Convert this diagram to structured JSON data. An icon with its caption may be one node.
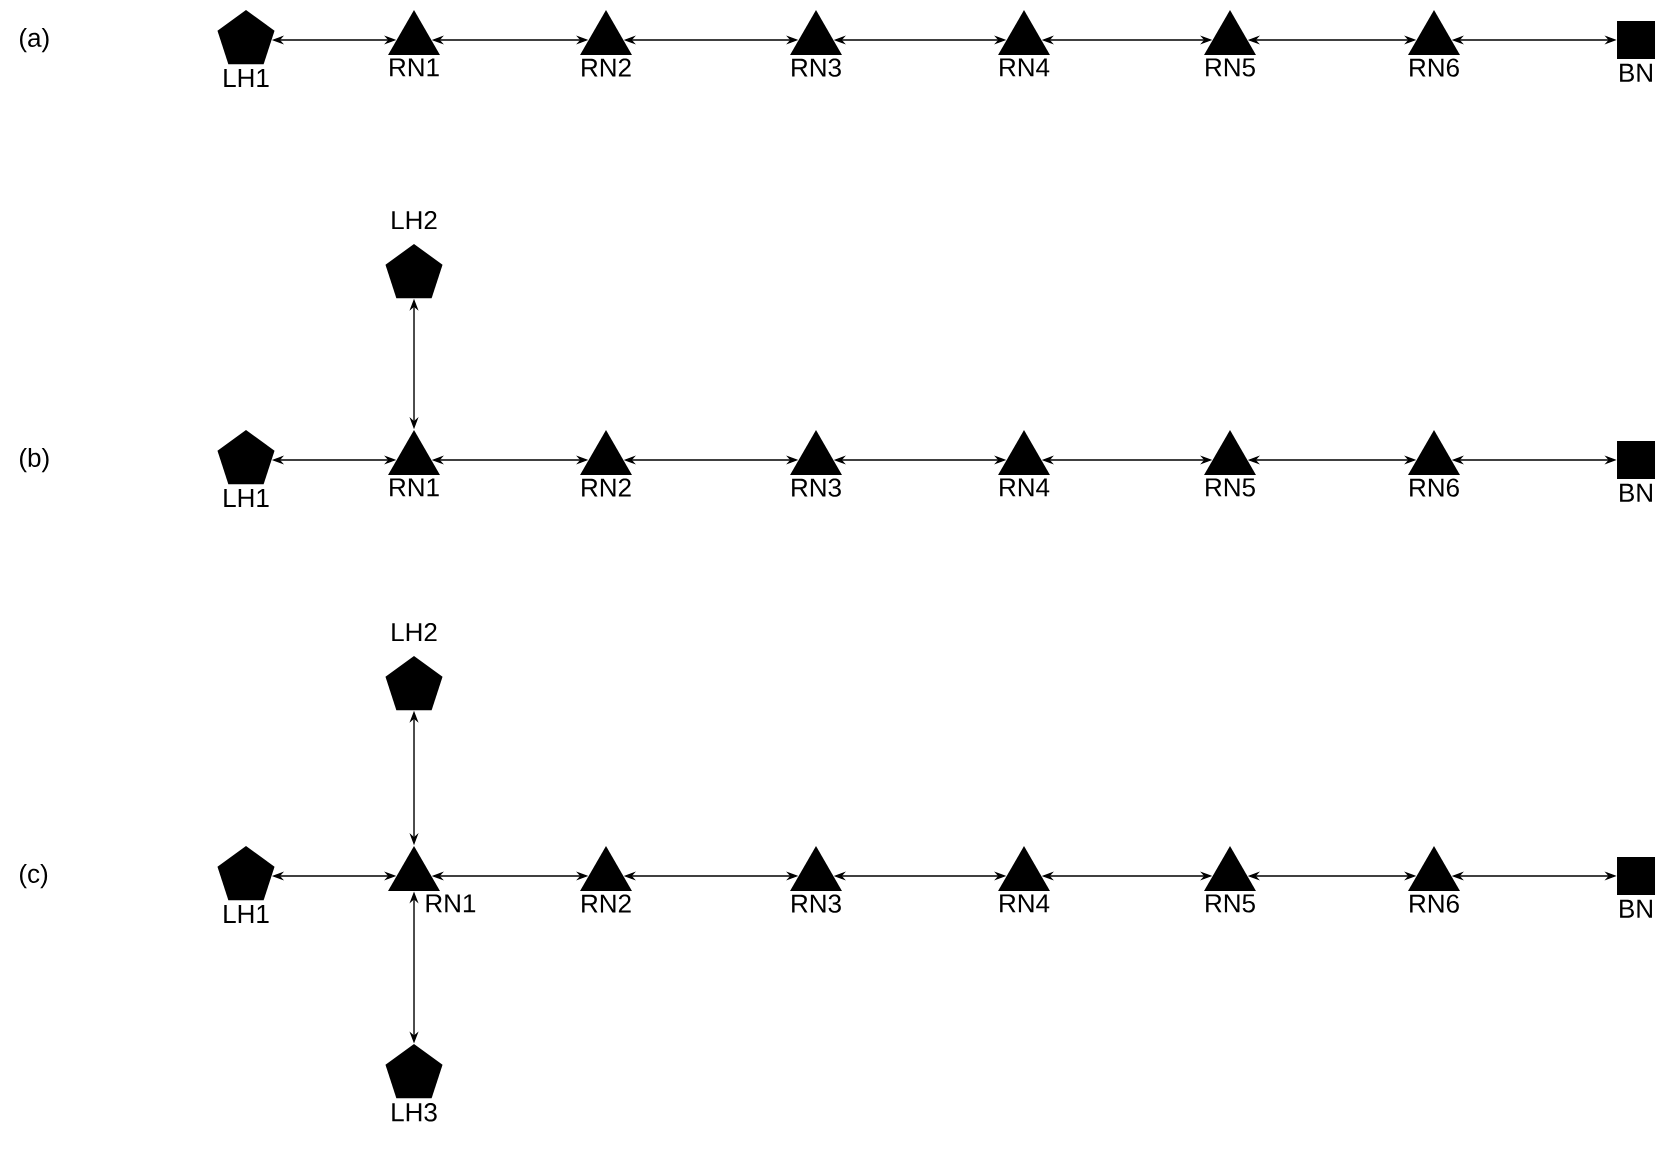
{
  "diagram": {
    "nodes": [
      {
        "text": [
          "LH1"
        ]
      },
      {
        "text": [
          "RN1"
        ]
      },
      {
        "text": [
          "RN2"
        ]
      },
      {
        "text": [
          "RN3"
        ]
      },
      {
        "text": [
          "RN4"
        ]
      },
      {
        "text": [
          "RN5"
        ]
      },
      {
        "text": [
          "RN6"
        ]
      },
      {
        "text": [
          "BN"
        ]
      },
      {
        "text": [
          "LH2"
        ]
      },
      {
        "text": [
          "LH1"
        ]
      },
      {
        "text": [
          "RN1"
        ]
      },
      {
        "text": [
          "RN2"
        ]
      },
      {
        "text": [
          "RN3"
        ]
      },
      {
        "text": [
          "RN4"
        ]
      },
      {
        "text": [
          "RN5"
        ]
      },
      {
        "text": [
          "RN6"
        ]
      },
      {
        "text": [
          "BN"
        ]
      },
      {
        "text": [
          "LH2"
        ]
      },
      {
        "text": [
          "LH1"
        ]
      },
      {
        "text": [
          "RN1"
        ]
      },
      {
        "text": [
          "RN2"
        ]
      },
      {
        "text": [
          "RN3"
        ]
      },
      {
        "text": [
          "RN4"
        ]
      },
      {
        "text": [
          "RN5"
        ]
      },
      {
        "text": [
          "RN6"
        ]
      },
      {
        "text": [
          "BN"
        ]
      },
      {
        "text": [
          "LH3"
        ]
      }
    ],
    "edges": [
      {
        "from": 0,
        "to": 1,
        "arrow": "both"
      },
      {
        "from": 1,
        "to": 2,
        "arrow": "both"
      },
      {
        "from": 2,
        "to": 3,
        "arrow": "both"
      },
      {
        "from": 3,
        "to": 4,
        "arrow": "both"
      },
      {
        "from": 4,
        "to": 5,
        "arrow": "both"
      },
      {
        "from": 5,
        "to": 6,
        "arrow": "both"
      },
      {
        "from": 6,
        "to": 7,
        "arrow": "both"
      },
      {
        "from": 8,
        "to": 10,
        "arrow": "both"
      },
      {
        "from": 9,
        "to": 10,
        "arrow": "both"
      },
      {
        "from": 10,
        "to": 11,
        "arrow": "both"
      },
      {
        "from": 11,
        "to": 12,
        "arrow": "both"
      },
      {
        "from": 12,
        "to": 13,
        "arrow": "both"
      },
      {
        "from": 13,
        "to": 14,
        "arrow": "both"
      },
      {
        "from": 14,
        "to": 15,
        "arrow": "both"
      },
      {
        "from": 15,
        "to": 16,
        "arrow": "both"
      },
      {
        "from": 17,
        "to": 19,
        "arrow": "both"
      },
      {
        "from": 18,
        "to": 19,
        "arrow": "both"
      },
      {
        "from": 19,
        "to": 20,
        "arrow": "both"
      },
      {
        "from": 20,
        "to": 21,
        "arrow": "both"
      },
      {
        "from": 21,
        "to": 22,
        "arrow": "both"
      },
      {
        "from": 22,
        "to": 23,
        "arrow": "both"
      },
      {
        "from": 23,
        "to": 24,
        "arrow": "both"
      },
      {
        "from": 24,
        "to": 25,
        "arrow": "both"
      },
      {
        "from": 19,
        "to": 26,
        "arrow": "both"
      }
    ],
    "labels": [
      "(a)",
      "(b)",
      "(c)"
    ]
  }
}
